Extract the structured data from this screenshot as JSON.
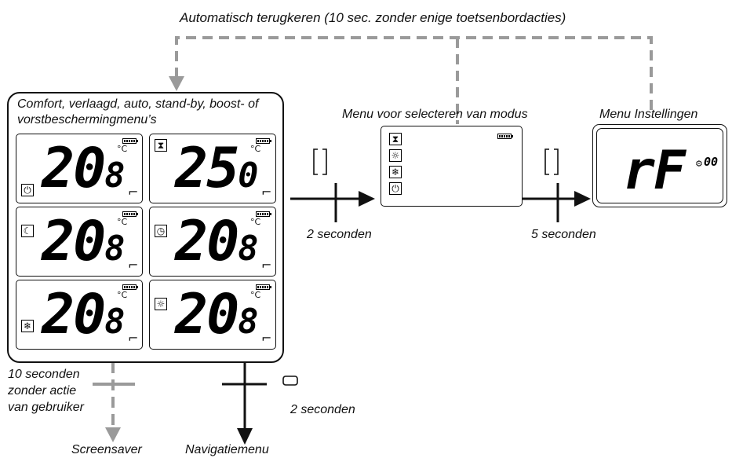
{
  "labels": {
    "top_loop": "Automatisch terugkeren (10 sec. zonder enige toetsenbordacties)",
    "panel_title": "Comfort, verlaagd, auto, stand-by, boost- of vorstbeschermingmenu’s",
    "mode_menu_title": "Menu voor selecteren van modus",
    "settings_menu_title": "Menu Instellingen",
    "hold_2s": "2 seconden",
    "hold_5s": "5 seconden",
    "nav_hold": "2 seconden",
    "idle": "10 seconden zonder actie van gebruiker",
    "screensaver": "Screensaver",
    "navigation": "Navigatiemenu"
  },
  "displays": [
    {
      "mode_icon": "power-icon",
      "icon_glyph": "⏻",
      "big": "20",
      "small": "8",
      "unit": "°C"
    },
    {
      "mode_icon": "hourglass-icon",
      "icon_glyph": "⧗",
      "big": "25",
      "small": "0",
      "unit": "°C"
    },
    {
      "mode_icon": "moon-icon",
      "icon_glyph": "☾",
      "big": "20",
      "small": "8",
      "unit": "°C"
    },
    {
      "mode_icon": "clock-icon",
      "icon_glyph": "◷",
      "big": "20",
      "small": "8",
      "unit": "°C"
    },
    {
      "mode_icon": "snowflake-icon",
      "icon_glyph": "❄",
      "big": "20",
      "small": "8",
      "unit": "°C"
    },
    {
      "mode_icon": "sun-icon",
      "icon_glyph": "☼",
      "big": "20",
      "small": "8",
      "unit": "°C"
    }
  ],
  "mode_menu_icons": [
    {
      "name": "hourglass-icon",
      "glyph": "⧗"
    },
    {
      "name": "sun-icon",
      "glyph": "☼"
    },
    {
      "name": "snowflake-icon",
      "glyph": "❄"
    },
    {
      "name": "power-icon",
      "glyph": "⏻"
    }
  ],
  "settings_display": {
    "code": "rF",
    "subcode": "00"
  },
  "colors": {
    "line": "#111111",
    "dashed": "#9a9a9a"
  }
}
